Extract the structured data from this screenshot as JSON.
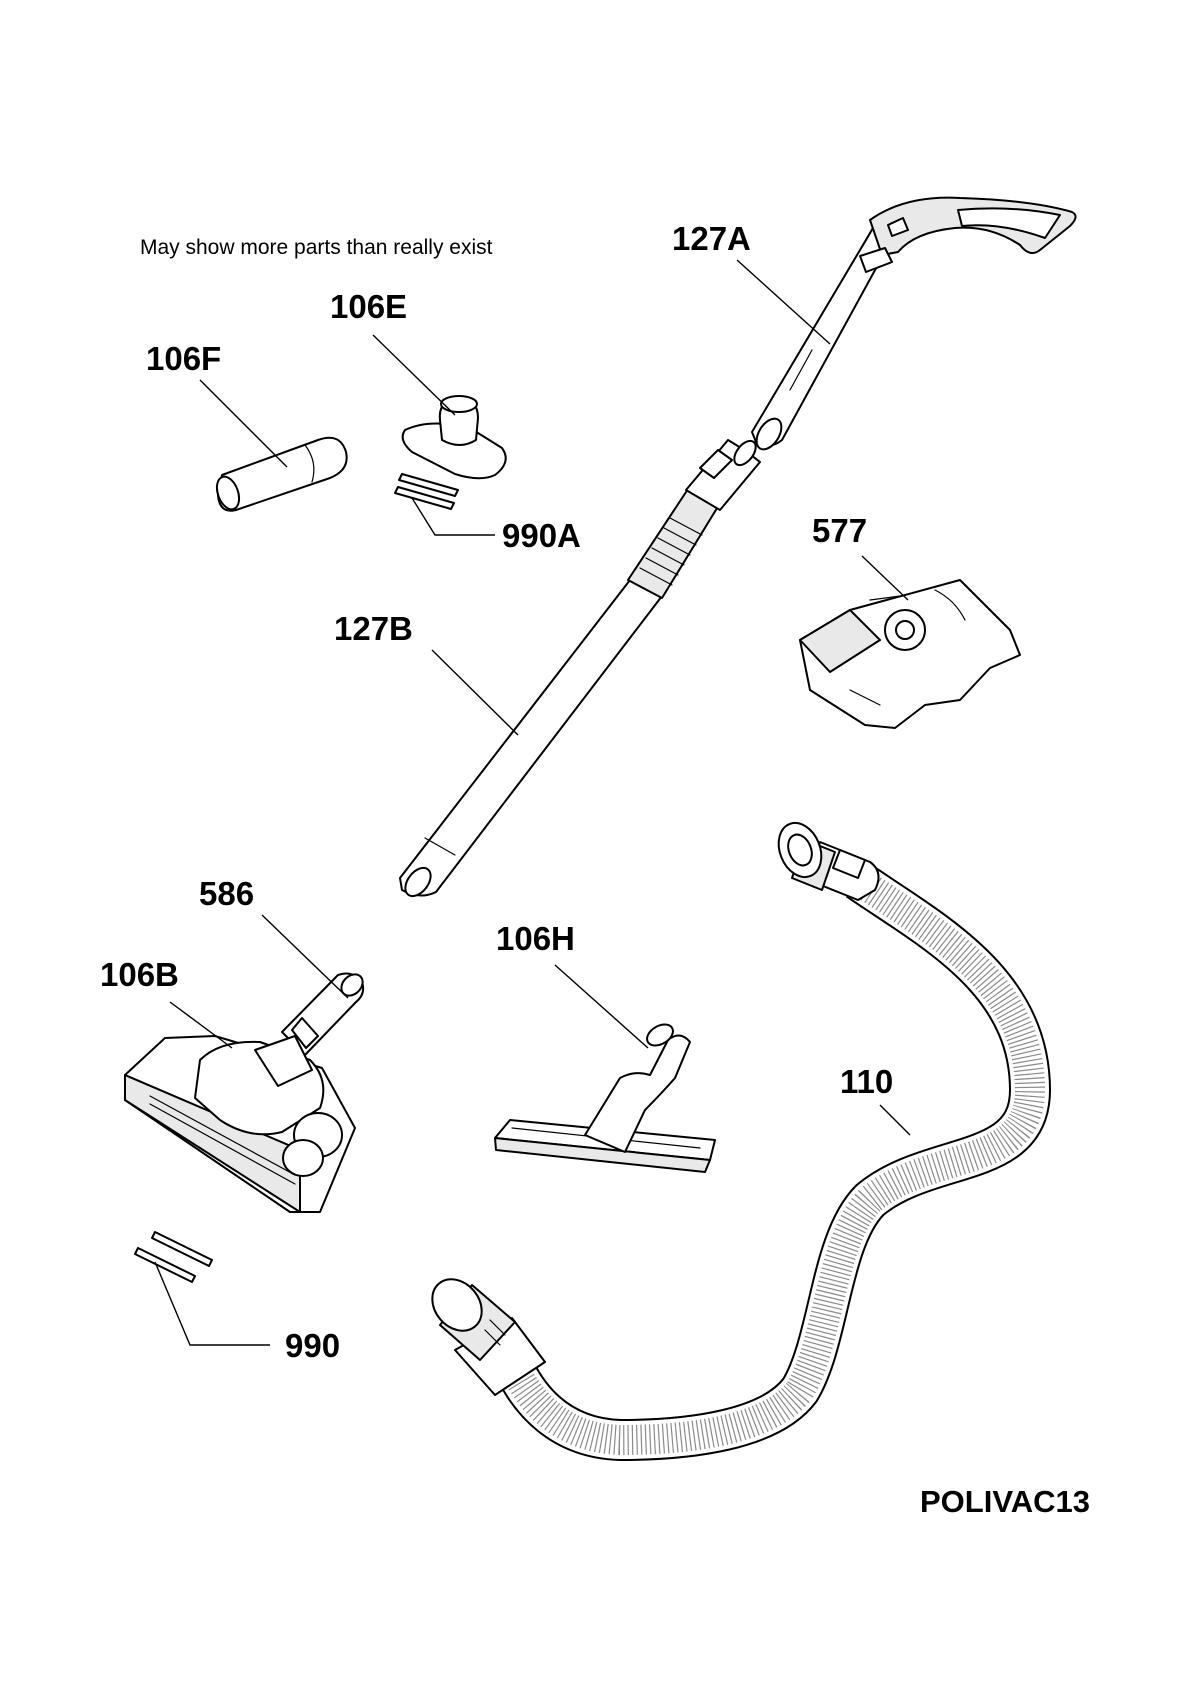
{
  "note": "May show more parts than really exist",
  "diagram_code": "POLIVAC13",
  "parts": {
    "wand_upper": "127A",
    "wand_lower": "127B",
    "upholstery_nozzle": "106E",
    "crevice_tool": "106F",
    "nozzle_strip_small": "990A",
    "dust_bag": "577",
    "hose": "110",
    "adapter": "586",
    "floor_nozzle": "106B",
    "parquet_nozzle": "106H",
    "nozzle_strip": "990"
  }
}
